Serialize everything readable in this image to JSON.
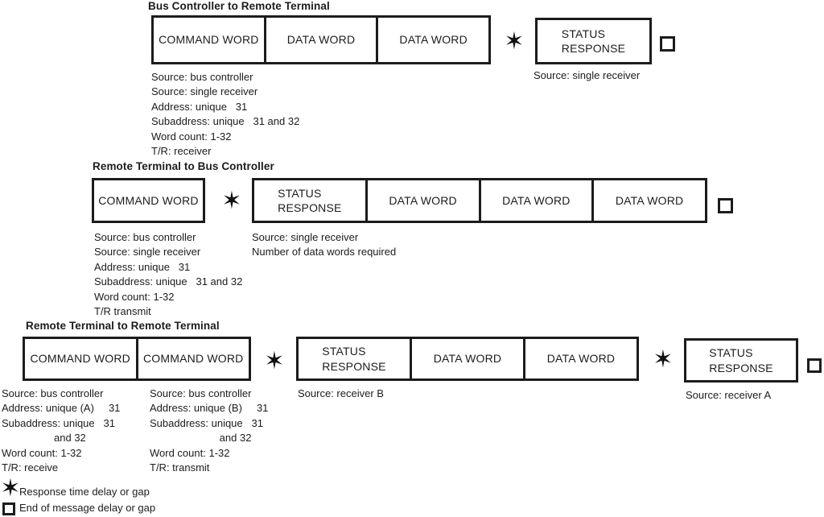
{
  "icons": {
    "response_delay_star": "✶"
  },
  "sections": {
    "bc_to_rt": {
      "title": "Bus Controller to Remote Terminal",
      "boxes": [
        "COMMAND WORD",
        "DATA WORD",
        "DATA WORD"
      ],
      "status_label": "STATUS\nRESPONSE",
      "status_source": "Source: single receiver",
      "notes": [
        "Source: bus controller",
        "Source: single receiver",
        "Address: unique   31",
        "Subaddress: unique   31 and 32",
        "Word count: 1-32",
        "T/R: receiver"
      ]
    },
    "rt_to_bc": {
      "title": "Remote Terminal to Bus Controller",
      "command_label": "COMMAND WORD",
      "boxes": [
        "STATUS\nRESPONSE",
        "DATA WORD",
        "DATA WORD",
        "DATA WORD"
      ],
      "notes": [
        "Source: bus controller",
        "Source: single receiver",
        "Address: unique   31",
        "Subaddress: unique   31 and 32",
        "Word count: 1-32",
        "T/R transmit"
      ],
      "status_notes": [
        "Source: single receiver",
        "Number of data words required"
      ]
    },
    "rt_to_rt": {
      "title": "Remote Terminal to Remote Terminal",
      "command_boxes": [
        "COMMAND WORD",
        "COMMAND WORD"
      ],
      "middle_boxes": [
        "STATUS\nRESPONSE",
        "DATA WORD",
        "DATA WORD"
      ],
      "status_label": "STATUS\nRESPONSE",
      "receiver_b_source": "Source: receiver B",
      "receiver_a_source": "Source: receiver A",
      "notes_a": [
        "Source: bus controller",
        "Address: unique (A)     31",
        "Subaddress: unique   31",
        "                  and 32",
        "Word count: 1-32",
        "T/R: receive"
      ],
      "notes_b": [
        "Source: bus controller",
        "Address: unique (B)     31",
        "Subaddress: unique   31",
        "                        and 32",
        "Word count: 1-32",
        "T/R: transmit"
      ]
    }
  },
  "legend": {
    "star_label": "Response time delay or gap",
    "square_label": "End of message delay or gap"
  }
}
